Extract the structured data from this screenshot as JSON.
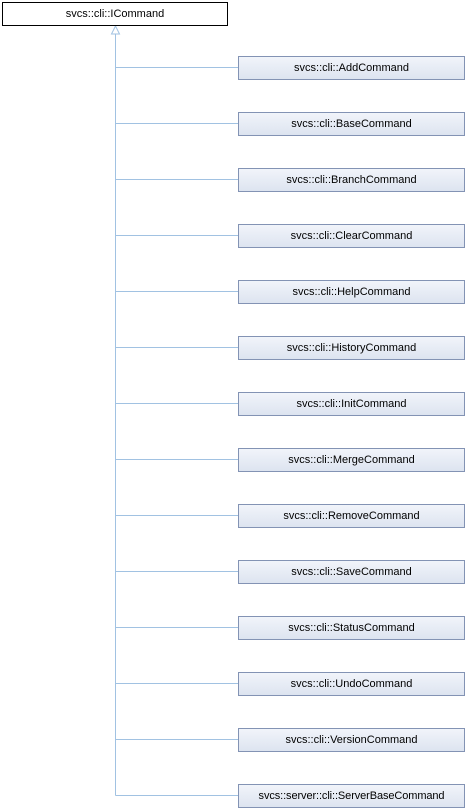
{
  "diagram": {
    "base_class": "svcs::cli::ICommand",
    "derived_classes": [
      "svcs::cli::AddCommand",
      "svcs::cli::BaseCommand",
      "svcs::cli::BranchCommand",
      "svcs::cli::ClearCommand",
      "svcs::cli::HelpCommand",
      "svcs::cli::HistoryCommand",
      "svcs::cli::InitCommand",
      "svcs::cli::MergeCommand",
      "svcs::cli::RemoveCommand",
      "svcs::cli::SaveCommand",
      "svcs::cli::StatusCommand",
      "svcs::cli::UndoCommand",
      "svcs::cli::VersionCommand",
      "svcs::server::cli::ServerBaseCommand"
    ],
    "colors": {
      "connector": "#a1c2e2",
      "derived_border": "#8393b4",
      "derived_fill_top": "#f1f4fa",
      "derived_fill_bottom": "#dde4f0",
      "base_border": "#000000"
    }
  }
}
